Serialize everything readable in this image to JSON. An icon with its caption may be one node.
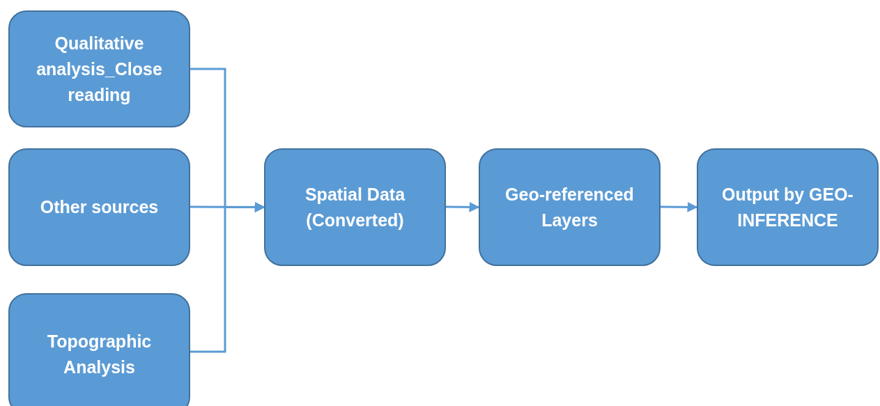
{
  "diagram": {
    "nodes": [
      {
        "text": [
          "Qualitative analysis_Close reading"
        ]
      },
      {
        "text": [
          "Other sources"
        ]
      },
      {
        "text": [
          "Topographic Analysis"
        ]
      },
      {
        "text": [
          "Spatial Data (Converted)"
        ]
      },
      {
        "text": [
          "Geo-referenced Layers"
        ]
      },
      {
        "text": [
          "Output by GEO-INFERENCE"
        ]
      }
    ],
    "edges": [
      {
        "from": 0,
        "to": 3,
        "arrow": "to"
      },
      {
        "from": 1,
        "to": 3,
        "arrow": "to"
      },
      {
        "from": 2,
        "to": 3,
        "arrow": "to"
      },
      {
        "from": 3,
        "to": 4,
        "arrow": "to"
      },
      {
        "from": 4,
        "to": 5,
        "arrow": "to"
      }
    ]
  }
}
